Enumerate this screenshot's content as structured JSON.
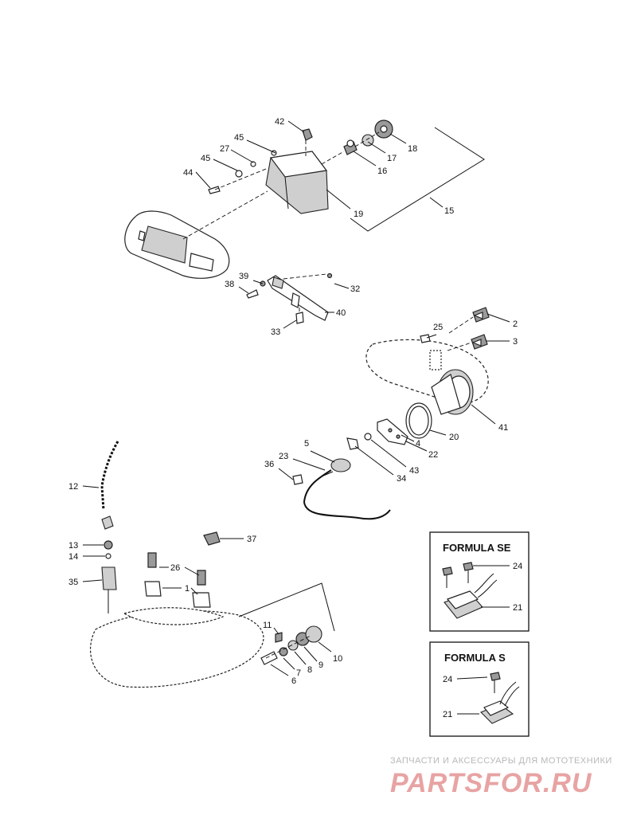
{
  "callouts": [
    {
      "id": "42",
      "text": "42"
    },
    {
      "id": "45a",
      "text": "45"
    },
    {
      "id": "27",
      "text": "27"
    },
    {
      "id": "45b",
      "text": "45"
    },
    {
      "id": "44",
      "text": "44"
    },
    {
      "id": "16",
      "text": "16"
    },
    {
      "id": "17",
      "text": "17"
    },
    {
      "id": "18",
      "text": "18"
    },
    {
      "id": "19",
      "text": "19"
    },
    {
      "id": "15",
      "text": "15"
    },
    {
      "id": "39",
      "text": "39"
    },
    {
      "id": "38",
      "text": "38"
    },
    {
      "id": "32",
      "text": "32"
    },
    {
      "id": "40",
      "text": "40"
    },
    {
      "id": "33",
      "text": "33"
    },
    {
      "id": "2",
      "text": "2"
    },
    {
      "id": "25",
      "text": "25"
    },
    {
      "id": "3",
      "text": "3"
    },
    {
      "id": "41",
      "text": "41"
    },
    {
      "id": "20",
      "text": "20"
    },
    {
      "id": "22",
      "text": "22"
    },
    {
      "id": "4",
      "text": "4"
    },
    {
      "id": "5",
      "text": "5"
    },
    {
      "id": "23",
      "text": "23"
    },
    {
      "id": "43",
      "text": "43"
    },
    {
      "id": "36",
      "text": "36"
    },
    {
      "id": "34",
      "text": "34"
    },
    {
      "id": "12",
      "text": "12"
    },
    {
      "id": "37",
      "text": "37"
    },
    {
      "id": "13",
      "text": "13"
    },
    {
      "id": "14",
      "text": "14"
    },
    {
      "id": "26",
      "text": "26"
    },
    {
      "id": "35",
      "text": "35"
    },
    {
      "id": "1",
      "text": "1"
    },
    {
      "id": "11",
      "text": "11"
    },
    {
      "id": "10",
      "text": "10"
    },
    {
      "id": "9",
      "text": "9"
    },
    {
      "id": "8",
      "text": "8"
    },
    {
      "id": "7",
      "text": "7"
    },
    {
      "id": "6",
      "text": "6"
    }
  ],
  "insets": {
    "se": {
      "title": "FORMULA SE",
      "label_24": "24",
      "label_21": "21"
    },
    "s": {
      "title": "FORMULA S",
      "label_24": "24",
      "label_21": "21"
    }
  },
  "watermark": {
    "caption": "ЗАПЧАСТИ И АКСЕССУАРЫ ДЛЯ МОТОТЕХНИКИ",
    "logo": "PARTSFOR.RU"
  }
}
